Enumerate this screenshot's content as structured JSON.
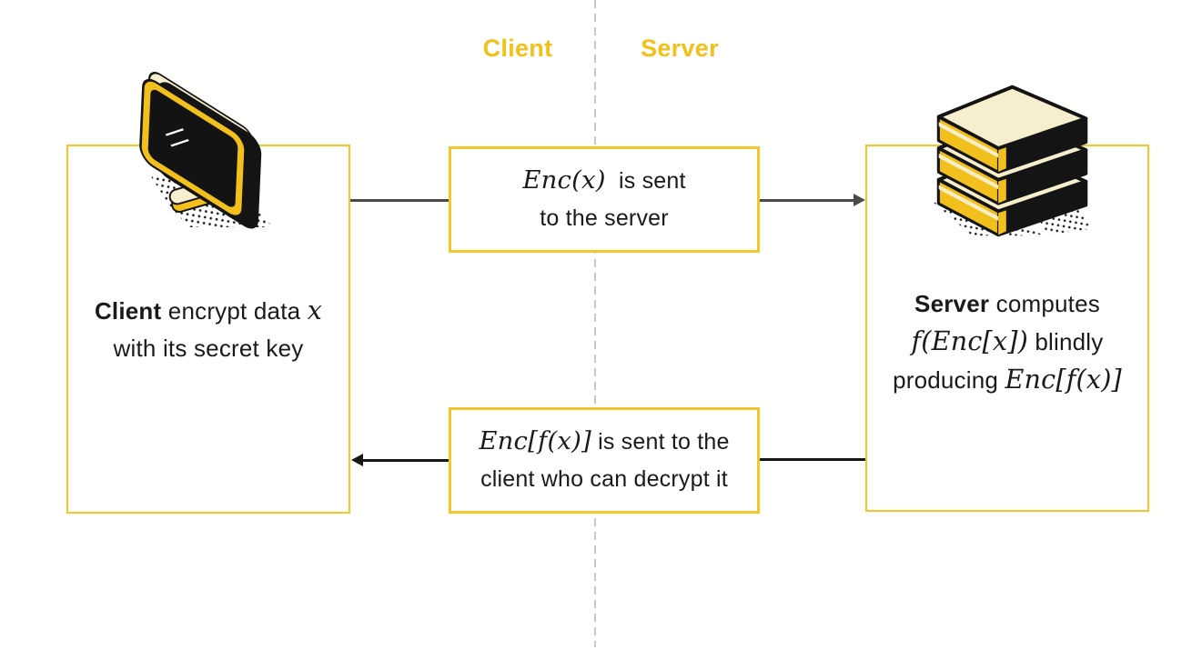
{
  "colors": {
    "accent_yellow": "#F2C01B",
    "box_border_yellow": "#F2C828",
    "cream": "#F6EECC",
    "ink_black": "#161616",
    "arrow_gray": "#4A4A4A",
    "divider_gray": "#C9C9C9"
  },
  "header": {
    "client_label": "Client",
    "server_label": "Server"
  },
  "client_box": {
    "name_bold": "Client",
    "line1_rest": " encrypt data ",
    "line1_math": "x",
    "line2": "with its secret key"
  },
  "server_box": {
    "name_bold": "Server",
    "line1_rest": " computes",
    "line2_math": "f(Enc[x])",
    "line2_rest": " blindly",
    "line3_pre": "producing ",
    "line3_math": "Enc[f(x)]"
  },
  "top_message_box": {
    "math": "Enc(x)",
    "line1_rest": "  is sent",
    "line2": "to the server"
  },
  "bottom_message_box": {
    "math": "Enc[f(x)]",
    "line1_rest": " is sent to the",
    "line2": "client who can decrypt it"
  },
  "icons": {
    "left_icon": "monitor-icon",
    "right_icon": "database-stack-icon"
  }
}
